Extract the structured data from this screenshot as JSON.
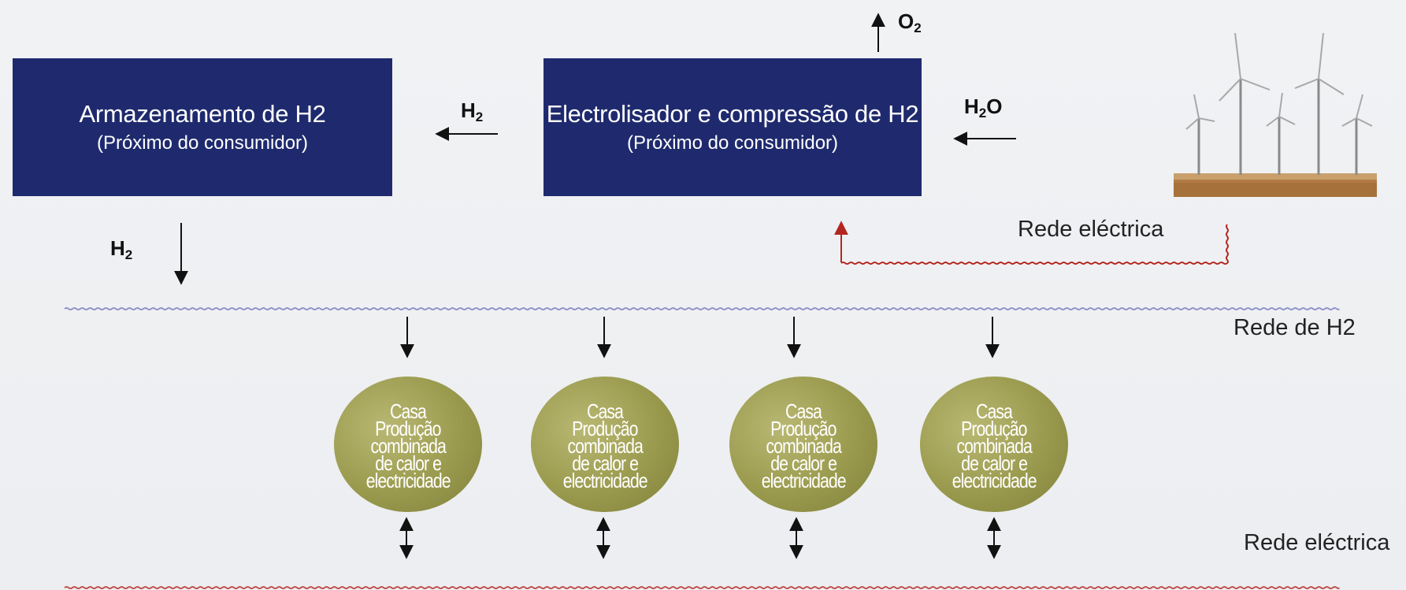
{
  "boxes": {
    "storage": {
      "line1": "Armazenamento de H2",
      "line2": "(Próximo do consumidor)"
    },
    "electrolyser": {
      "line1": "Electrolisador e compressão de H2",
      "line2": "(Próximo do consumidor)"
    }
  },
  "flows": {
    "o2": {
      "base": "O",
      "sub": "2"
    },
    "h2_left": {
      "base": "H",
      "sub": "2"
    },
    "h2o_in": {
      "base": "H",
      "sub": "2",
      "tail": "O"
    },
    "h2_down": {
      "base": "H",
      "sub": "2"
    }
  },
  "labels": {
    "rede_electrica_top": "Rede eléctrica",
    "rede_h2": "Rede de H2",
    "rede_electrica_bottom": "Rede eléctrica"
  },
  "houses": [
    {
      "lines": [
        "Casa",
        "Produção",
        "combinada",
        "de calor e",
        "electricidade"
      ]
    },
    {
      "lines": [
        "Casa",
        "Produção",
        "combinada",
        "de calor e",
        "electricidade"
      ]
    },
    {
      "lines": [
        "Casa",
        "Produção",
        "combinada",
        "de calor e",
        "electricidade"
      ]
    },
    {
      "lines": [
        "Casa",
        "Produção",
        "combinada",
        "de calor e",
        "electricidade"
      ]
    }
  ],
  "colors": {
    "box": "#1f2a6e",
    "house": "#9a9a4e",
    "h2_network_line": "#8f93c8",
    "electric_network_line": "#c0504d"
  },
  "icons": [
    "wind-farm-image"
  ]
}
